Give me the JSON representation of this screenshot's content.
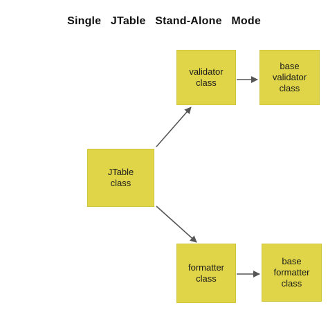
{
  "diagram": {
    "title": "Single  JTable  Stand-Alone  Mode",
    "nodes": {
      "jtable": "JTable\nclass",
      "validator": "validator\nclass",
      "base_validator": "base\nvalidator\nclass",
      "formatter": "formatter\nclass",
      "base_formatter": "base\nformatter\nclass"
    },
    "edges": [
      {
        "from": "jtable",
        "to": "validator"
      },
      {
        "from": "validator",
        "to": "base_validator"
      },
      {
        "from": "jtable",
        "to": "formatter"
      },
      {
        "from": "formatter",
        "to": "base_formatter"
      }
    ],
    "colors": {
      "box_fill": "#e0d548",
      "arrow": "#555555",
      "text": "#1a1a1a"
    }
  }
}
